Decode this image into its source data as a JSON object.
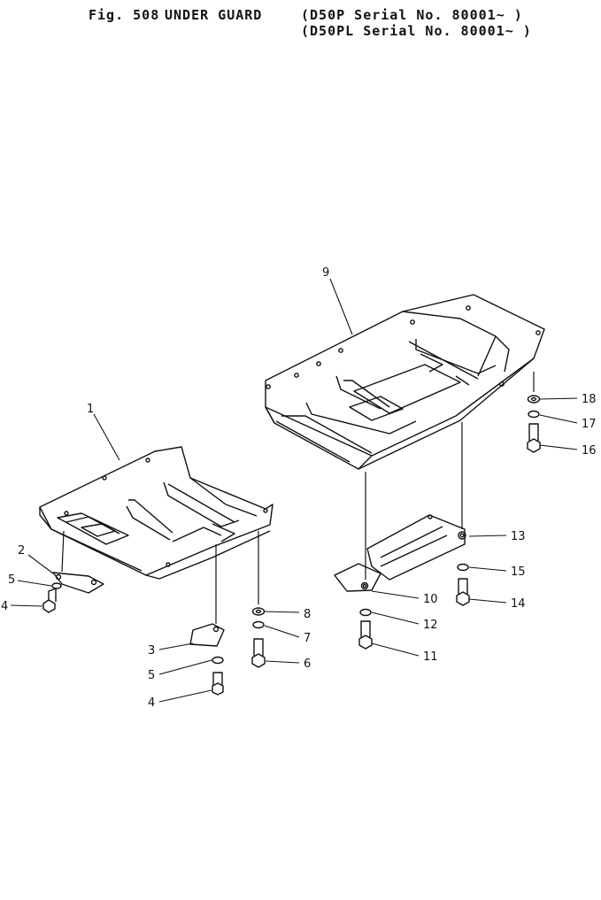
{
  "header": {
    "fig": "Fig. 508",
    "title": "UNDER GUARD",
    "serial_1": "(D50P  Serial No. 80001~ )",
    "serial_2": "(D50PL Serial No. 80001~ )"
  },
  "callouts": [
    "1",
    "2",
    "3",
    "4",
    "5",
    "6",
    "7",
    "8",
    "9",
    "10",
    "11",
    "12",
    "13",
    "14",
    "15",
    "16",
    "17",
    "18"
  ],
  "colors": {
    "line": "#111111",
    "background": "#ffffff"
  }
}
